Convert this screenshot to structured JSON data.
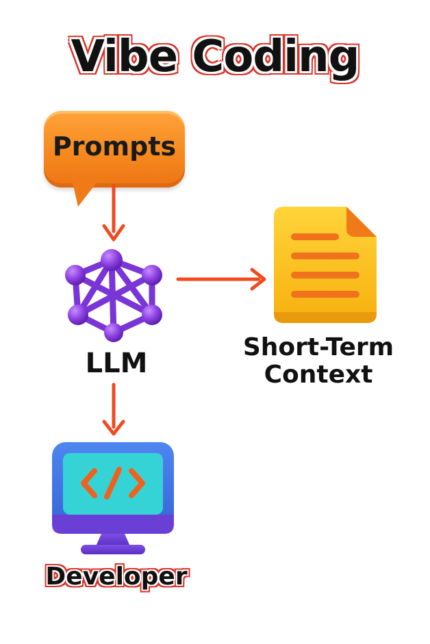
{
  "title": "Vibe Coding",
  "nodes": {
    "prompts": {
      "label": "Prompts",
      "icon": "speech-bubble-icon"
    },
    "llm": {
      "label": "LLM",
      "icon": "neural-network-icon"
    },
    "context": {
      "label_line1": "Short-Term",
      "label_line2": "Context",
      "icon": "document-icon"
    },
    "developer": {
      "label": "Developer",
      "icon": "monitor-code-icon"
    }
  },
  "edges": [
    {
      "from": "Prompts",
      "to": "LLM"
    },
    {
      "from": "LLM",
      "to": "Short-Term Context"
    },
    {
      "from": "LLM",
      "to": "Developer"
    }
  ],
  "colors": {
    "arrow": "#f04a1e",
    "orange": "#f58a1f",
    "purple": "#8a3fe0",
    "yellow": "#ffc21a",
    "monitor_frame": "#3a6fe0",
    "monitor_screen": "#36d3d6"
  }
}
